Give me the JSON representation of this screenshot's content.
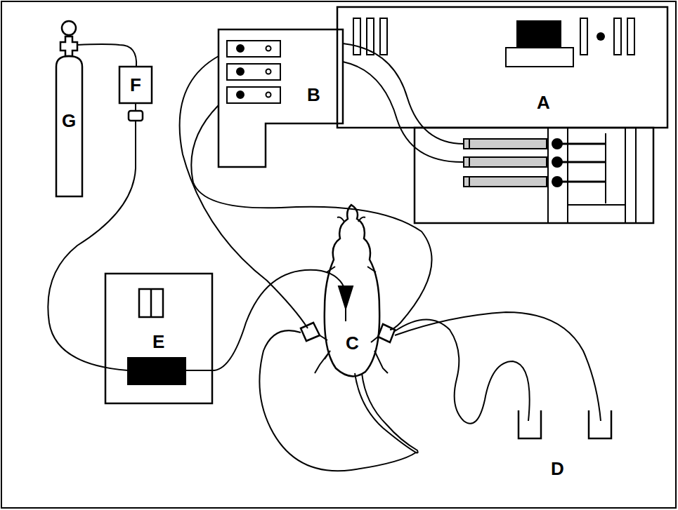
{
  "diagram": {
    "labels": [
      "G",
      "F",
      "B",
      "A",
      "C",
      "E",
      "D"
    ]
  }
}
